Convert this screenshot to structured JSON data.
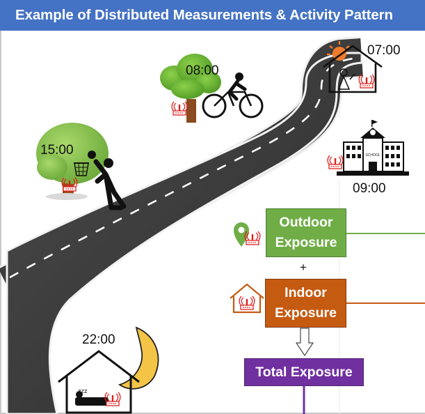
{
  "title": "Example of Distributed Measurements & Activity Pattern",
  "times": {
    "t0700": "07:00",
    "t0800": "08:00",
    "t0900": "09:00",
    "t1500": "15:00",
    "t2200": "22:00"
  },
  "boxes": {
    "outdoor": [
      "Outdoor",
      "Exposure"
    ],
    "indoor": [
      "Indoor",
      "Exposure"
    ],
    "total": "Total Exposure",
    "plus": "+"
  },
  "school_sign": "SCHOOL",
  "sleep_text": "zzz",
  "colors": {
    "title_bar": "#4472c4",
    "outdoor": "#70ad47",
    "indoor": "#c55a11",
    "total": "#7030a0",
    "road": "#3a3a3a",
    "sensor": "#e02020"
  },
  "icons": [
    "house-icon",
    "sun-icon",
    "school-icon",
    "tree-icon",
    "bicycle-icon",
    "cyclist-icon",
    "basketball-player-icon",
    "basketball-hoop-icon",
    "moon-icon",
    "bed-icon",
    "location-pin-icon",
    "sensor-icon",
    "down-arrow-icon"
  ]
}
